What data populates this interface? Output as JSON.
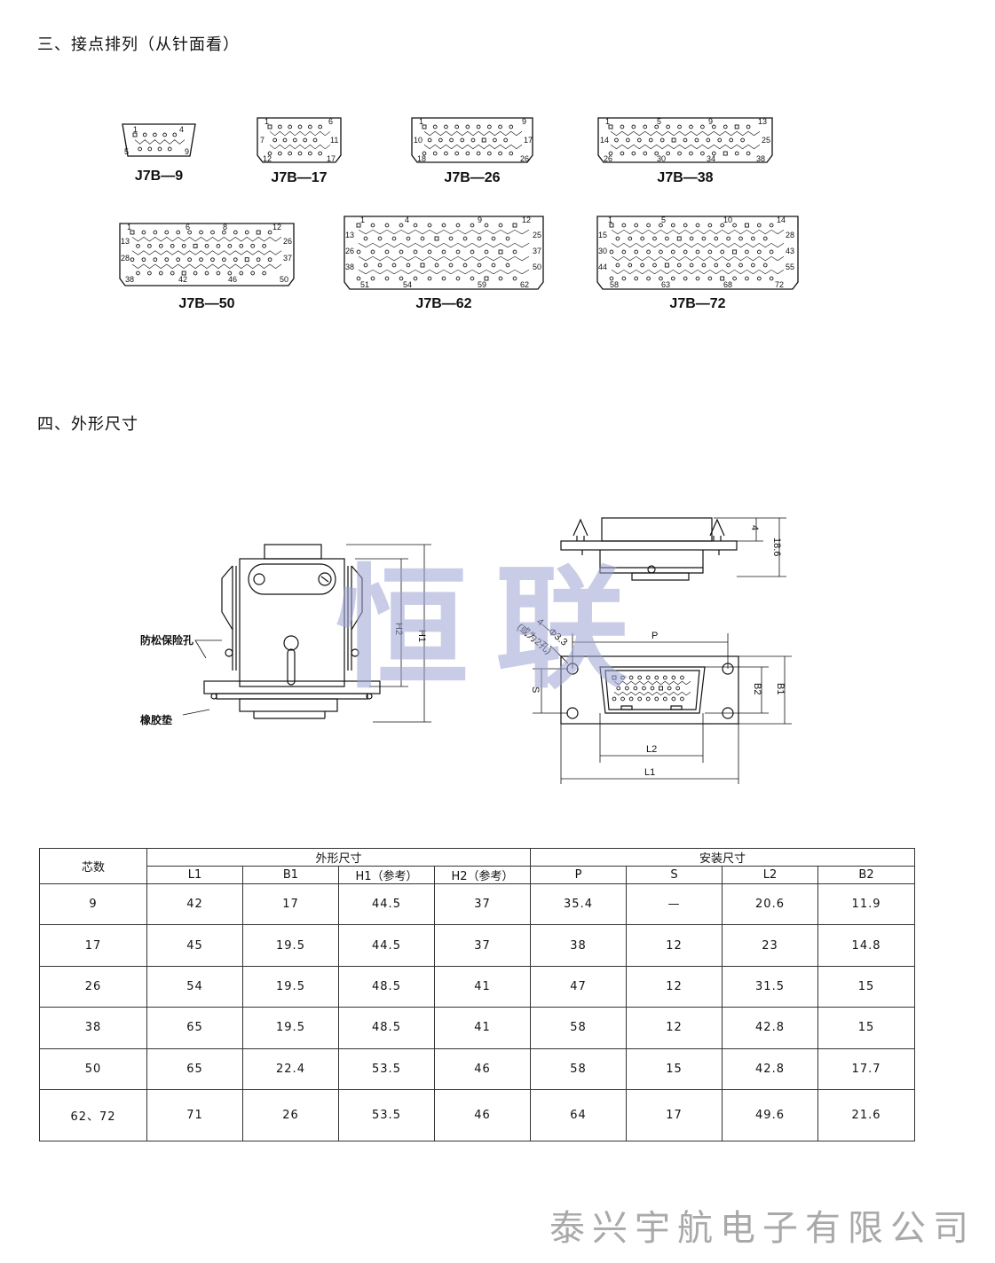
{
  "sections": {
    "contact_title": "三、接点排列（从针面看）",
    "outline_title": "四、外形尺寸"
  },
  "contacts": [
    {
      "model": "J7B—9",
      "pins": [
        "1",
        "4",
        "5",
        "9"
      ]
    },
    {
      "model": "J7B—17",
      "pins": [
        "1",
        "6",
        "7",
        "11",
        "12",
        "17"
      ]
    },
    {
      "model": "J7B—26",
      "pins": [
        "1",
        "9",
        "10",
        "17",
        "18",
        "26"
      ]
    },
    {
      "model": "J7B—38",
      "pins": [
        "1",
        "5",
        "9",
        "13",
        "14",
        "25",
        "26",
        "30",
        "34",
        "38"
      ]
    },
    {
      "model": "J7B—50",
      "pins": [
        "1",
        "6",
        "8",
        "12",
        "13",
        "26",
        "28",
        "37",
        "38",
        "42",
        "46",
        "50"
      ]
    },
    {
      "model": "J7B—62",
      "pins": [
        "1",
        "4",
        "9",
        "12",
        "13",
        "25",
        "26",
        "37",
        "38",
        "50",
        "51",
        "54",
        "59",
        "62"
      ]
    },
    {
      "model": "J7B—72",
      "pins": [
        "1",
        "5",
        "10",
        "14",
        "15",
        "28",
        "30",
        "43",
        "44",
        "55",
        "58",
        "63",
        "68",
        "72"
      ]
    }
  ],
  "drawing": {
    "callout_lock": "防松保险孔",
    "callout_gasket": "橡胶垫",
    "dim_h1": "H1",
    "dim_h2": "H2",
    "dim_p": "P",
    "dim_s": "S",
    "dim_l1": "L1",
    "dim_l2": "L2",
    "dim_b1": "B1",
    "dim_b2": "B2",
    "dim_top": "18.6",
    "dim_top_small": "4",
    "dim_hole": "4—Φ3.3",
    "dim_hole_note": "(或为2孔)"
  },
  "table": {
    "col_cores": "芯数",
    "group_outline": "外形尺寸",
    "group_mount": "安装尺寸",
    "cols": [
      "L1",
      "B1",
      "H1（参考）",
      "H2（参考）",
      "P",
      "S",
      "L2",
      "B2"
    ],
    "rows": [
      [
        "9",
        "42",
        "17",
        "44.5",
        "37",
        "35.4",
        "—",
        "20.6",
        "11.9"
      ],
      [
        "17",
        "45",
        "19.5",
        "44.5",
        "37",
        "38",
        "12",
        "23",
        "14.8"
      ],
      [
        "26",
        "54",
        "19.5",
        "48.5",
        "41",
        "47",
        "12",
        "31.5",
        "15"
      ],
      [
        "38",
        "65",
        "19.5",
        "48.5",
        "41",
        "58",
        "12",
        "42.8",
        "15"
      ],
      [
        "50",
        "65",
        "22.4",
        "53.5",
        "46",
        "58",
        "15",
        "42.8",
        "17.7"
      ],
      [
        "62、72",
        "71",
        "26",
        "53.5",
        "46",
        "64",
        "17",
        "49.6",
        "21.6"
      ]
    ]
  },
  "watermark": "恒联",
  "company": "泰兴宇航电子有限公司"
}
